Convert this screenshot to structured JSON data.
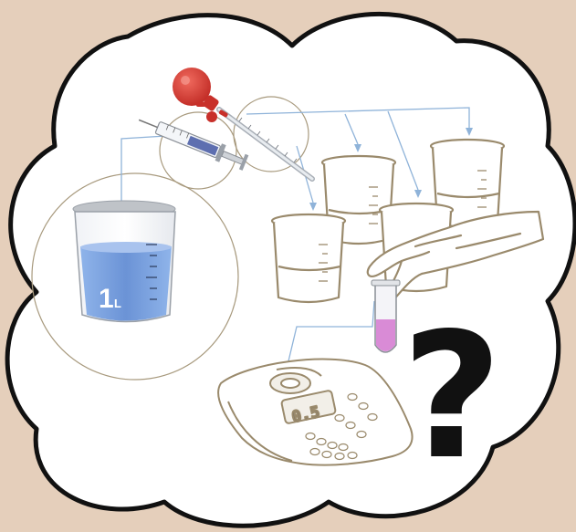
{
  "labels": {
    "beaker_volume": "1",
    "beaker_volume_unit": "L",
    "meter_reading": "0.5",
    "question_mark": "?"
  },
  "colors": {
    "background": "#e5cfbb",
    "cloud_fill": "#ffffff",
    "cloud_outline": "#111111",
    "sketch_line": "#9a8a6c",
    "connector_line": "#8fb3d9",
    "liquid_blue": "#7aa3e0",
    "bulb_red": "#d93a32",
    "sample_pink": "#d98bd6"
  },
  "icons": [
    "beaker-icon",
    "pipette-bulb-icon",
    "syringe-icon",
    "small-beaker-icon",
    "gloved-hand-icon",
    "test-tube-icon",
    "photometer-icon",
    "question-mark-icon"
  ]
}
